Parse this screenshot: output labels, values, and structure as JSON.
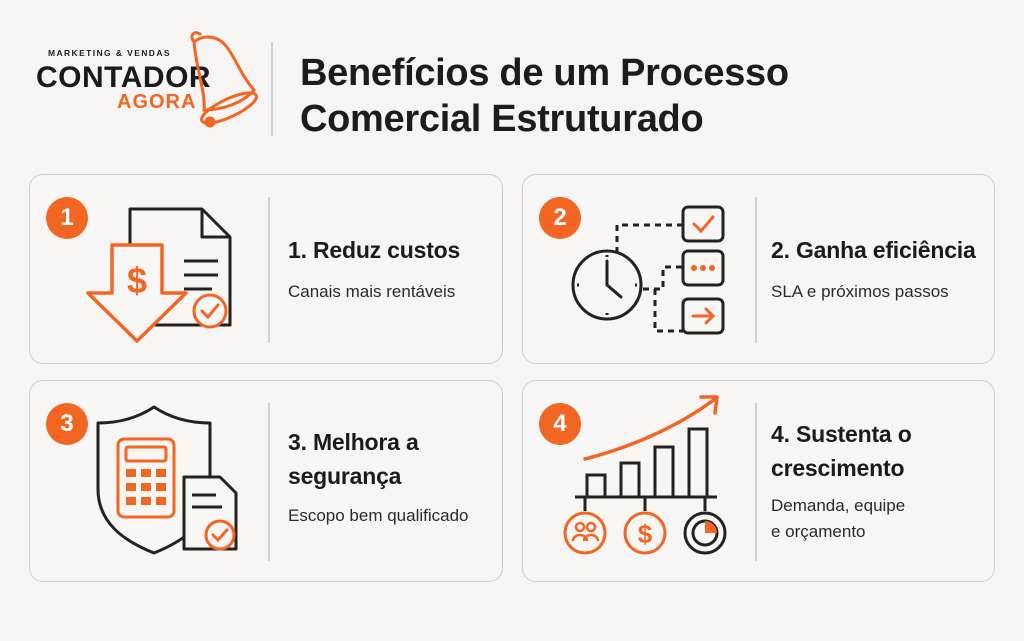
{
  "logo": {
    "tagline": "MARKETING & VENDAS",
    "name": "CONTADOR",
    "sub": "AGORA"
  },
  "title": {
    "line1": "Benefícios de um Processo",
    "line2": "Comercial Estruturado"
  },
  "colors": {
    "accent": "#f26522",
    "text": "#1f1f1f",
    "border": "#cfcdca"
  },
  "cards": [
    {
      "number": "1",
      "title": "1. Reduz custos",
      "desc": "Canais mais rentáveis",
      "icon": "cost-down-document-icon"
    },
    {
      "number": "2",
      "title": "2. Ganha eficiência",
      "desc": "SLA e próximos passos",
      "icon": "clock-workflow-icon"
    },
    {
      "number": "3",
      "title_line1": "3. Melhora a",
      "title_line2": "segurança",
      "desc": "Escopo bem qualificado",
      "icon": "shield-calculator-icon"
    },
    {
      "number": "4",
      "title_line1": "4. Sustenta o",
      "title_line2": "crescimento",
      "desc_line1": "Demanda, equipe",
      "desc_line2": "e orçamento",
      "icon": "growth-chart-icon"
    }
  ]
}
